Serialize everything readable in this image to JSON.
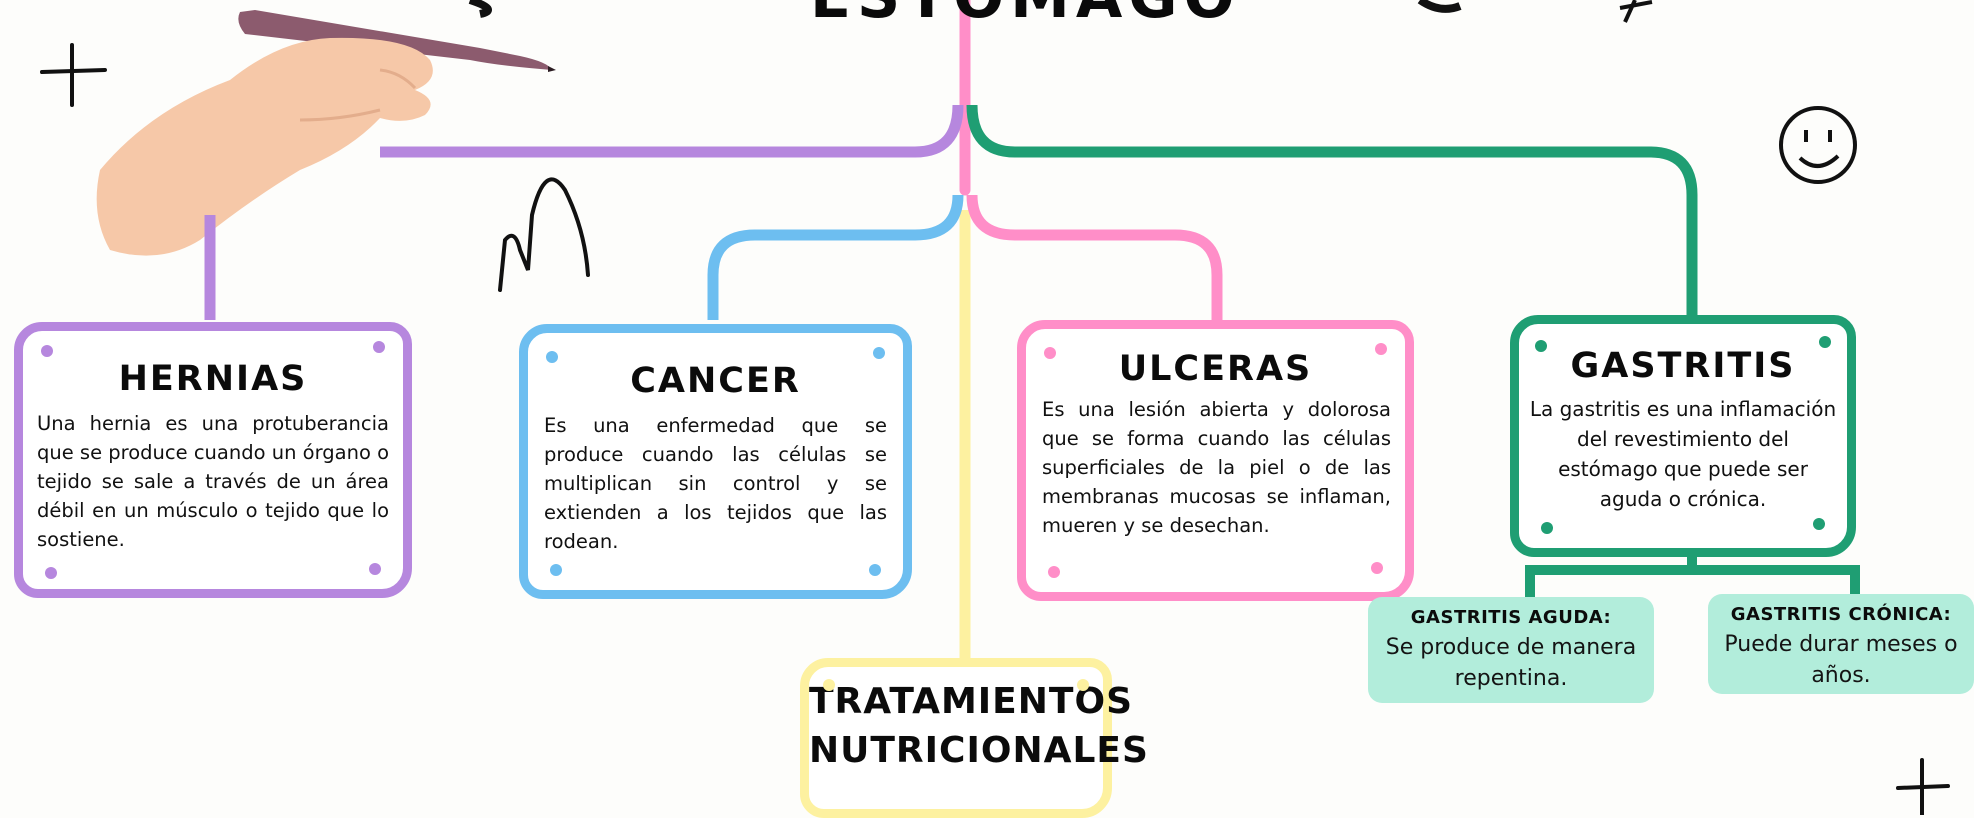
{
  "title_fragment": "ESTÓMAGO",
  "colors": {
    "purple": "#b687de",
    "blue": "#6dbef0",
    "pink": "#ff8ec8",
    "green": "#1f9e73",
    "yellow": "#fdf1a0",
    "mint": "#b2eddb"
  },
  "cards": {
    "hernias": {
      "title": "HERNIAS",
      "text": "Una hernia es una protuberancia que se produce cuando un órgano o tejido se sale a través de un área débil en un músculo o tejido que lo sostiene."
    },
    "cancer": {
      "title": "CANCER",
      "text": "Es una enfermedad que se produce cuando las células se multiplican sin control y se extienden a los tejidos que las rodean."
    },
    "ulceras": {
      "title": "ULCERAS",
      "text": "Es una lesión abierta y dolorosa que se forma cuando las células superficiales de la piel o de las membranas mucosas se inflaman, mueren y se desechan."
    },
    "gastritis": {
      "title": "GASTRITIS",
      "text": "La gastritis es una inflamación del revestimiento del estómago que puede ser aguda o crónica."
    },
    "tratamientos": {
      "title_line1": "TRATAMIENTOS",
      "title_line2": "NUTRICIONALES"
    }
  },
  "subcards": {
    "aguda": {
      "title": "GASTRITIS AGUDA:",
      "text": "Se produce de manera repentina."
    },
    "cronica": {
      "title": "GASTRITIS CRÓNICA:",
      "text": "Puede durar meses o años."
    }
  },
  "decorations": [
    "plus-icon",
    "plus-icon",
    "smiley-icon",
    "scribble-icon",
    "hand-with-marker-icon"
  ]
}
